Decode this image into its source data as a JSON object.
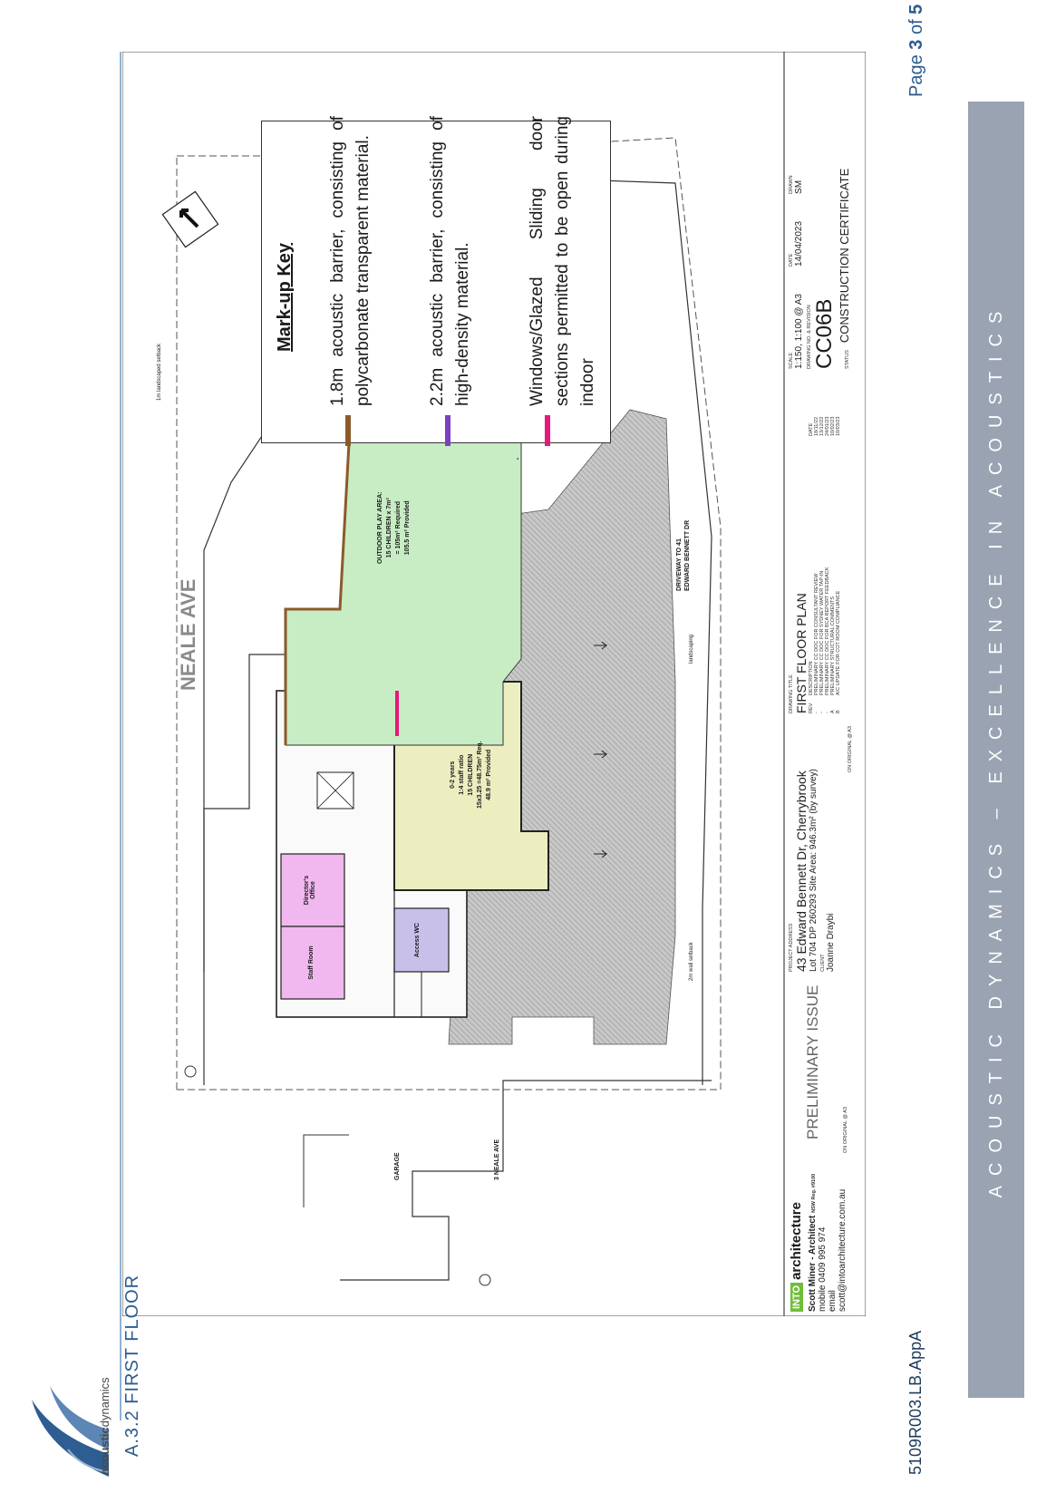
{
  "header": {
    "logo_word_a": "acoustic",
    "logo_word_b": "dynamics",
    "section_title": "A.3.2   FIRST FLOOR"
  },
  "footer": {
    "doc_ref": "5109R003.LB.AppA",
    "page_label": "Page ",
    "page_current": "3",
    "page_of": " of ",
    "page_total": "5",
    "tagline": "ACOUSTIC DYNAMICS – EXCELLENCE IN ACOUSTICS"
  },
  "key": {
    "title": "Mark-up Key",
    "items": [
      {
        "text": "1.8m acoustic barrier, consisting of polycarbonate transparent material.",
        "color": "#8b5a2b"
      },
      {
        "text": "2.2m acoustic barrier, consisting of high-density material.",
        "color": "#7a3fc2"
      },
      {
        "text": "Windows/Glazed Sliding door sections permitted to be open during indoor",
        "color": "#e8177d"
      }
    ],
    "dot": "."
  },
  "plan": {
    "street": "NEALE AVE",
    "garage": "GARAGE",
    "neighbour": "3 NEALE AVE",
    "driveway": "DRIVEWAY TO 41 EDWARD BENNETT DR",
    "outdoor_play": "OUTDOOR PLAY AREA:",
    "outdoor_play_2": "15 CHILDREN x 7m²",
    "outdoor_play_3": "= 105m² Required",
    "outdoor_play_4": "105.5 m² Provided",
    "room_main": "0-2 years",
    "room_main_2": "1:4 staff ratio",
    "room_main_3": "15 CHILDREN",
    "room_main_4": "15x3.25 =48.75m² Req.",
    "room_main_5": "48.9 m² Provided",
    "directors_office": "Director's Office",
    "staff_room": "Staff Room",
    "access_wc": "Access WC",
    "setback_1m": "1m landscaped setback",
    "landscaping": "landscaping",
    "setback_2m": "2m wall setback",
    "colors": {
      "outdoor": "#c8ecc4",
      "room": "#eceec0",
      "office": "#f0b8ee",
      "wc": "#c9c0ea",
      "hatch": "#bdbdbd"
    }
  },
  "title_block": {
    "issue": "PRELIMINARY ISSUE",
    "firm": "architecture",
    "firm_prefix": "INTO",
    "architect": "Scott Miner - Architect",
    "reg": "NSW Reg. #9100",
    "mobile": "mobile   0409 995 974",
    "email": "email    scott@intoarchitecture.com.au",
    "project_address_label": "PROJECT ADDRESS",
    "project_address": "43 Edward Bennett Dr, Cherrybrook",
    "lot": "Lot 704  DP 260293  Site Area: 946.3m² (by survey)",
    "client_label": "CLIENT",
    "client": "Joanne Draybi",
    "drawing_title_label": "DRAWING TITLE",
    "drawing_title": "FIRST FLOOR PLAN",
    "scale_label": "SCALE",
    "scale": "1:150, 1:100 @ A3",
    "date_label": "DATE",
    "date": "14/04/2023",
    "drawn_label": "DRAWN",
    "drawn": "SM",
    "drawing_no_label": "DRAWING NO. & REVISION",
    "drawing_no": "CC06B",
    "status_label": "STATUS",
    "status": "CONSTRUCTION CERTIFICATE",
    "on_original": "ON ORIGINAL @ A3",
    "rev_col": "REV",
    "desc_col": "DESCRIPTION",
    "date_col": "DATE",
    "revisions": [
      {
        "rev": "-",
        "desc": "PRELIMINARY CC DOC FOR CONSULTANT REVIEW",
        "date": "18/11/22"
      },
      {
        "rev": "-",
        "desc": "PRELIMINARY CC DOC FOR SYDNEY WATER TAP-IN",
        "date": "13/12/22"
      },
      {
        "rev": "-",
        "desc": "PRELIMINARY CC DOC FOR BCA REPORT FEEDBACK",
        "date": "24/01/23"
      },
      {
        "rev": "A",
        "desc": "PRELIMINARY STRUCTURAL COMMENTS",
        "date": "10/02/23"
      },
      {
        "rev": "B",
        "desc": "A/C UPDATE FOR COT ROOM COMPLIANCE",
        "date": "10/03/23"
      }
    ]
  }
}
